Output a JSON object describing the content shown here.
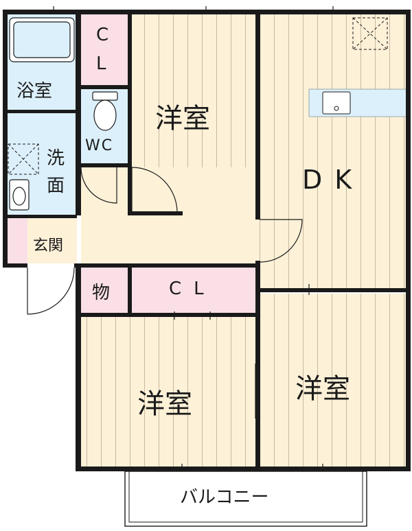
{
  "colors": {
    "wall": "#1a1a1a",
    "wood_floor": "#fdf1d8",
    "wood_line": "#c8b9a0",
    "wet_area": "#dcf0fb",
    "closet": "#fbdfe6",
    "entry": "#fdf1d8",
    "balcony": "#ffffff"
  },
  "rooms": {
    "bath": "浴室",
    "washroom_1": "洗",
    "washroom_2": "面",
    "closet_top_1": "C",
    "closet_top_2": "L",
    "toilet": "WC",
    "western_room_top": "洋室",
    "dining_kitchen": "DK",
    "entrance": "玄関",
    "storage": "物",
    "closet_mid": "CL",
    "western_room_bottom_left": "洋室",
    "western_room_bottom_right": "洋室",
    "balcony": "バルコニー"
  },
  "icons": [
    "bathtub-icon",
    "washing-machine-icon",
    "washbasin-icon",
    "toilet-icon",
    "kitchen-sink-icon",
    "ventilation-fan-icon"
  ]
}
